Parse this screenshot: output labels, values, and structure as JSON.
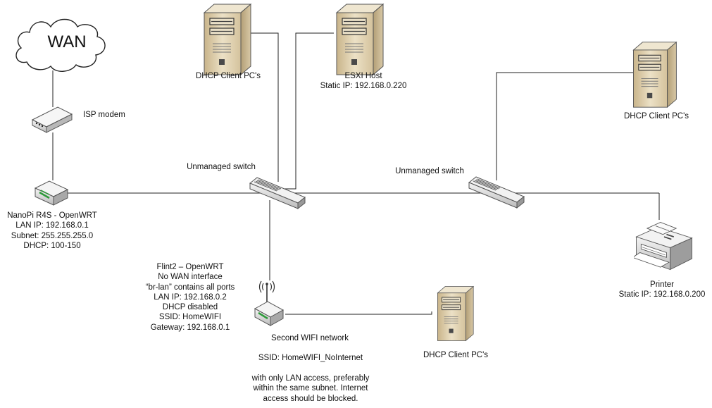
{
  "wan": {
    "label": "WAN"
  },
  "isp_modem": {
    "label": "ISP modem"
  },
  "router": {
    "lines": [
      "NanoPi R4S - OpenWRT",
      "LAN IP: 192.168.0.1",
      "Subnet: 255.255.255.0",
      "DHCP: 100-150"
    ]
  },
  "switch1": {
    "label": "Unmanaged switch"
  },
  "switch2": {
    "label": "Unmanaged switch"
  },
  "client_top": {
    "label": "DHCP Client PC's"
  },
  "esxi": {
    "lines": [
      "ESXI Host",
      "Static IP: 192.168.0.220"
    ]
  },
  "client_right": {
    "label": "DHCP Client PC's"
  },
  "printer": {
    "lines": [
      "Printer",
      "Static IP: 192.168.0.200"
    ]
  },
  "flint": {
    "lines": [
      "Flint2 – OpenWRT",
      "No WAN interface",
      "“br-lan” contains all ports",
      "LAN IP: 192.168.0.2",
      "DHCP disabled",
      "SSID: HomeWIFI",
      "Gateway: 192.168.0.1"
    ]
  },
  "second_wifi": {
    "label": "Second WIFI network"
  },
  "ssid2": {
    "label": "SSID: HomeWIFI_NoInternet"
  },
  "note": {
    "lines": [
      "with only LAN access, preferably",
      "within the same subnet. Internet",
      "access should be blocked."
    ]
  },
  "client_bottom": {
    "label": "DHCP Client PC's"
  }
}
